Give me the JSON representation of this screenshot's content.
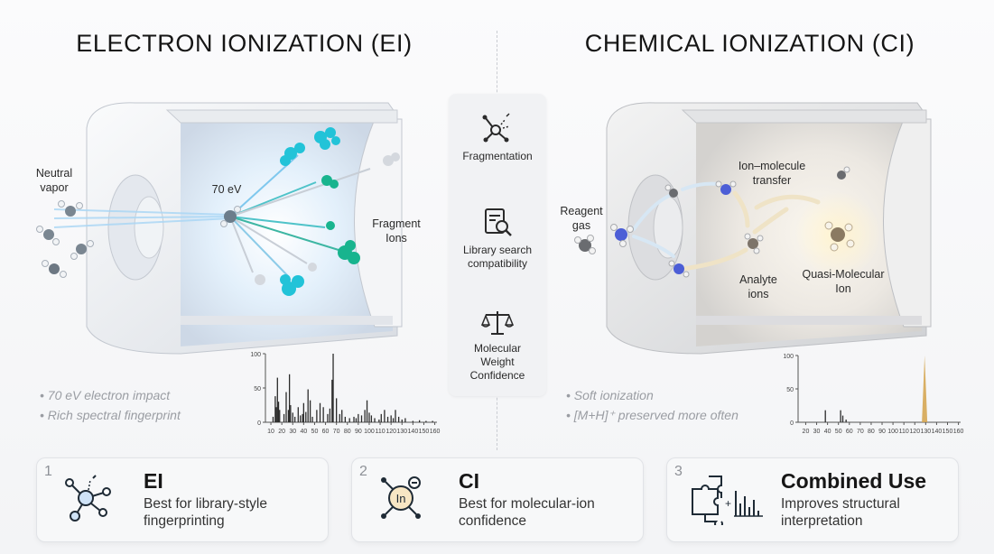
{
  "left": {
    "title": "ELECTRON IONIZATION (EI)",
    "labels": {
      "neutral_vapor": "Neutral\nvapor",
      "energy": "70 eV",
      "fragment_ions": "Fragment\nIons"
    },
    "notes": [
      "• 70 eV electron impact",
      "• Rich spectral fingerprint"
    ]
  },
  "right": {
    "title": "CHEMICAL IONIZATION (CI)",
    "labels": {
      "reagent_gas": "Reagent\ngas",
      "ion_molecule_transfer": "Ion–molecule\ntransfer",
      "analyte_ions": "Analyte\nions",
      "quasi_molecular_ion": "Quasi-Molecular\nIon"
    },
    "notes": [
      "• Soft ionization",
      "• [M+H]⁺ preserved more often"
    ]
  },
  "middle": {
    "items": [
      {
        "icon": "fragmentation-icon",
        "label": "Fragmentation"
      },
      {
        "icon": "library-search-icon",
        "label": "Library search\ncompatibility"
      },
      {
        "icon": "balance-scale-icon",
        "label": "Molecular\nWeight\nConfidence"
      }
    ]
  },
  "cards": [
    {
      "number": "1",
      "title": "EI",
      "description": "Best for library-style\nfingerprinting",
      "icon": "fragmentation-network-icon"
    },
    {
      "number": "2",
      "title": "CI",
      "description": "Best for molecular-ion\nconfidence",
      "icon": "ion-molecule-icon",
      "icon_text": "In"
    },
    {
      "number": "3",
      "title": "Combined Use",
      "description": "Improves structural\ninterpretation",
      "icon": "puzzle-spectrum-icon"
    }
  ],
  "chart_data": [
    {
      "type": "bar",
      "name": "ei-spectrum",
      "xlim": [
        5,
        162
      ],
      "ylim": [
        0,
        100
      ],
      "xticks": [
        10,
        20,
        30,
        40,
        50,
        60,
        70,
        80,
        90,
        100,
        110,
        120,
        130,
        140,
        150,
        160
      ],
      "yticks": [
        0,
        50,
        100
      ],
      "bar_color": "#2b2b2b",
      "x": [
        12,
        14,
        15,
        16,
        17,
        18,
        22,
        24,
        26,
        27,
        28,
        30,
        32,
        35,
        37,
        39,
        40,
        42,
        44,
        46,
        48,
        52,
        55,
        58,
        62,
        64,
        66,
        67,
        70,
        73,
        75,
        78,
        82,
        86,
        88,
        90,
        93,
        96,
        98,
        100,
        102,
        105,
        109,
        111,
        114,
        117,
        120,
        122,
        124,
        127,
        130,
        133,
        140,
        146,
        152,
        158
      ],
      "y": [
        8,
        38,
        22,
        65,
        30,
        18,
        12,
        44,
        18,
        70,
        25,
        14,
        8,
        22,
        10,
        12,
        28,
        15,
        48,
        32,
        8,
        18,
        28,
        22,
        12,
        20,
        62,
        100,
        35,
        12,
        18,
        8,
        6,
        8,
        6,
        12,
        10,
        18,
        32,
        14,
        10,
        6,
        4,
        12,
        18,
        8,
        10,
        6,
        18,
        8,
        4,
        6,
        2,
        3,
        2,
        2
      ]
    },
    {
      "type": "bar",
      "name": "ci-spectrum",
      "xlim": [
        13,
        162
      ],
      "ylim": [
        0,
        100
      ],
      "xticks": [
        20,
        30,
        40,
        50,
        60,
        70,
        80,
        90,
        100,
        110,
        120,
        130,
        140,
        150,
        160
      ],
      "yticks": [
        0,
        50,
        100
      ],
      "bar_color": "#2b2b2b",
      "peak_color": "#d3a24a",
      "x": [
        38,
        52,
        54,
        57
      ],
      "y": [
        18,
        18,
        10,
        4
      ],
      "highlight_peak": {
        "x": 129,
        "y": 100,
        "width": 3
      }
    }
  ]
}
